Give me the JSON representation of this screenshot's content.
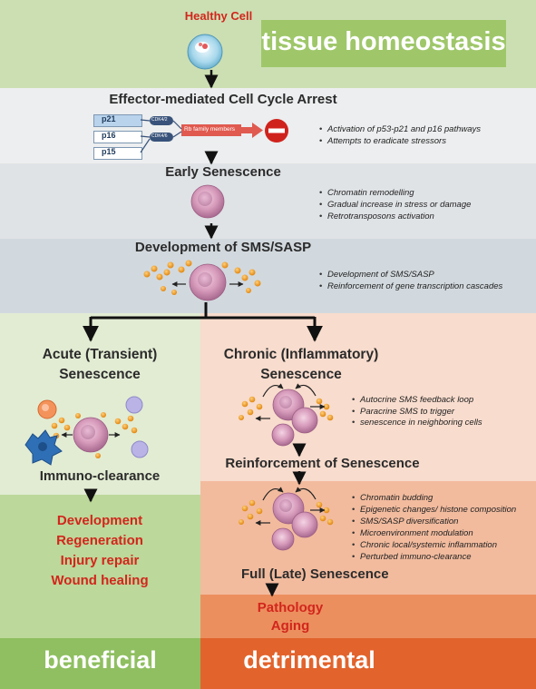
{
  "top": {
    "healthy_cell": "Healthy Cell",
    "homeostasis": "tissue homeostasis"
  },
  "arrest": {
    "title": "Effector-mediated Cell Cycle Arrest",
    "labels": [
      "p21",
      "p16",
      "p15"
    ],
    "cdk_top": "CDK4/2",
    "cdk_bottom": "CDK4/6",
    "rb": "Rb family members",
    "bullets": [
      "Activation of  p53-p21 and p16 pathways",
      "Attempts to eradicate stressors"
    ]
  },
  "early": {
    "title": "Early Senescence",
    "bullets": [
      "Chromatin remodelling",
      "Gradual increase in stress or damage",
      "Retrotransposons activation"
    ]
  },
  "sms": {
    "title": "Development of SMS/SASP",
    "bullets": [
      "Development of SMS/SASP",
      "Reinforcement of  gene transcription cascades"
    ]
  },
  "acute": {
    "title_line1": "Acute (Transient)",
    "title_line2": "Senescence",
    "immuno": "Immuno-clearance",
    "outcomes": [
      "Development",
      "Regeneration",
      "Injury repair",
      "Wound healing"
    ],
    "footer": "beneficial"
  },
  "chronic": {
    "title_line1": "Chronic (Inflammatory)",
    "title_line2": "Senescence",
    "bullets": [
      "Autocrine SMS feedback loop",
      "Paracrine SMS  to trigger",
      "senescence in neighboring cells"
    ],
    "reinforcement": "Reinforcement of Senescence",
    "late_bullets": [
      "Chromatin budding",
      "Epigenetic changes/ histone composition",
      "SMS/SASP diversification",
      "Microenvironment modulation",
      "Chronic local/systemic  inflammation",
      "Perturbed  immuno-clearance"
    ],
    "late_title": "Full  (Late) Senescence",
    "outcomes": [
      "Pathology",
      "Aging"
    ],
    "footer": "detrimental"
  },
  "colors": {
    "green_light": "#dbe9c9",
    "green_mid": "#b7d48e",
    "green_dark": "#9ac46a",
    "gray_band": "#e4e7ea",
    "gray_band2": "#dcdfe3",
    "gray_band3": "#d3d9de",
    "peach": "#f6d6c6",
    "salmon": "#f0b495",
    "orange_dark": "#e3652f",
    "red_text": "#d2261c"
  }
}
